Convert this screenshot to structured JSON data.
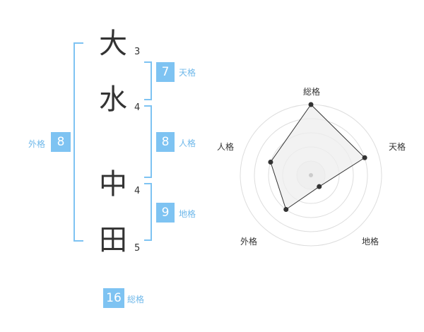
{
  "name": {
    "chars": [
      {
        "char": "大",
        "strokes": "3"
      },
      {
        "char": "水",
        "strokes": "4"
      },
      {
        "char": "中",
        "strokes": "4"
      },
      {
        "char": "田",
        "strokes": "5"
      }
    ]
  },
  "fortune": {
    "tenkaku": {
      "value": "7",
      "label": "天格"
    },
    "jinkaku": {
      "value": "8",
      "label": "人格"
    },
    "chikaku": {
      "value": "9",
      "label": "地格"
    },
    "gaikaku": {
      "value": "8",
      "label": "外格"
    },
    "soukaku": {
      "value": "16",
      "label": "総格"
    }
  },
  "chart_data": {
    "type": "radar",
    "axes": [
      "総格",
      "天格",
      "地格",
      "外格",
      "人格"
    ],
    "values": [
      5,
      4,
      1,
      3,
      3
    ],
    "max": 5,
    "rings": 5,
    "colors": {
      "fill": "#eeeeee",
      "line": "#333333",
      "ring": "#dddddd",
      "center": "#cccccc"
    }
  },
  "colors": {
    "accent": "#7ec3f2",
    "label": "#6fb8ea"
  }
}
